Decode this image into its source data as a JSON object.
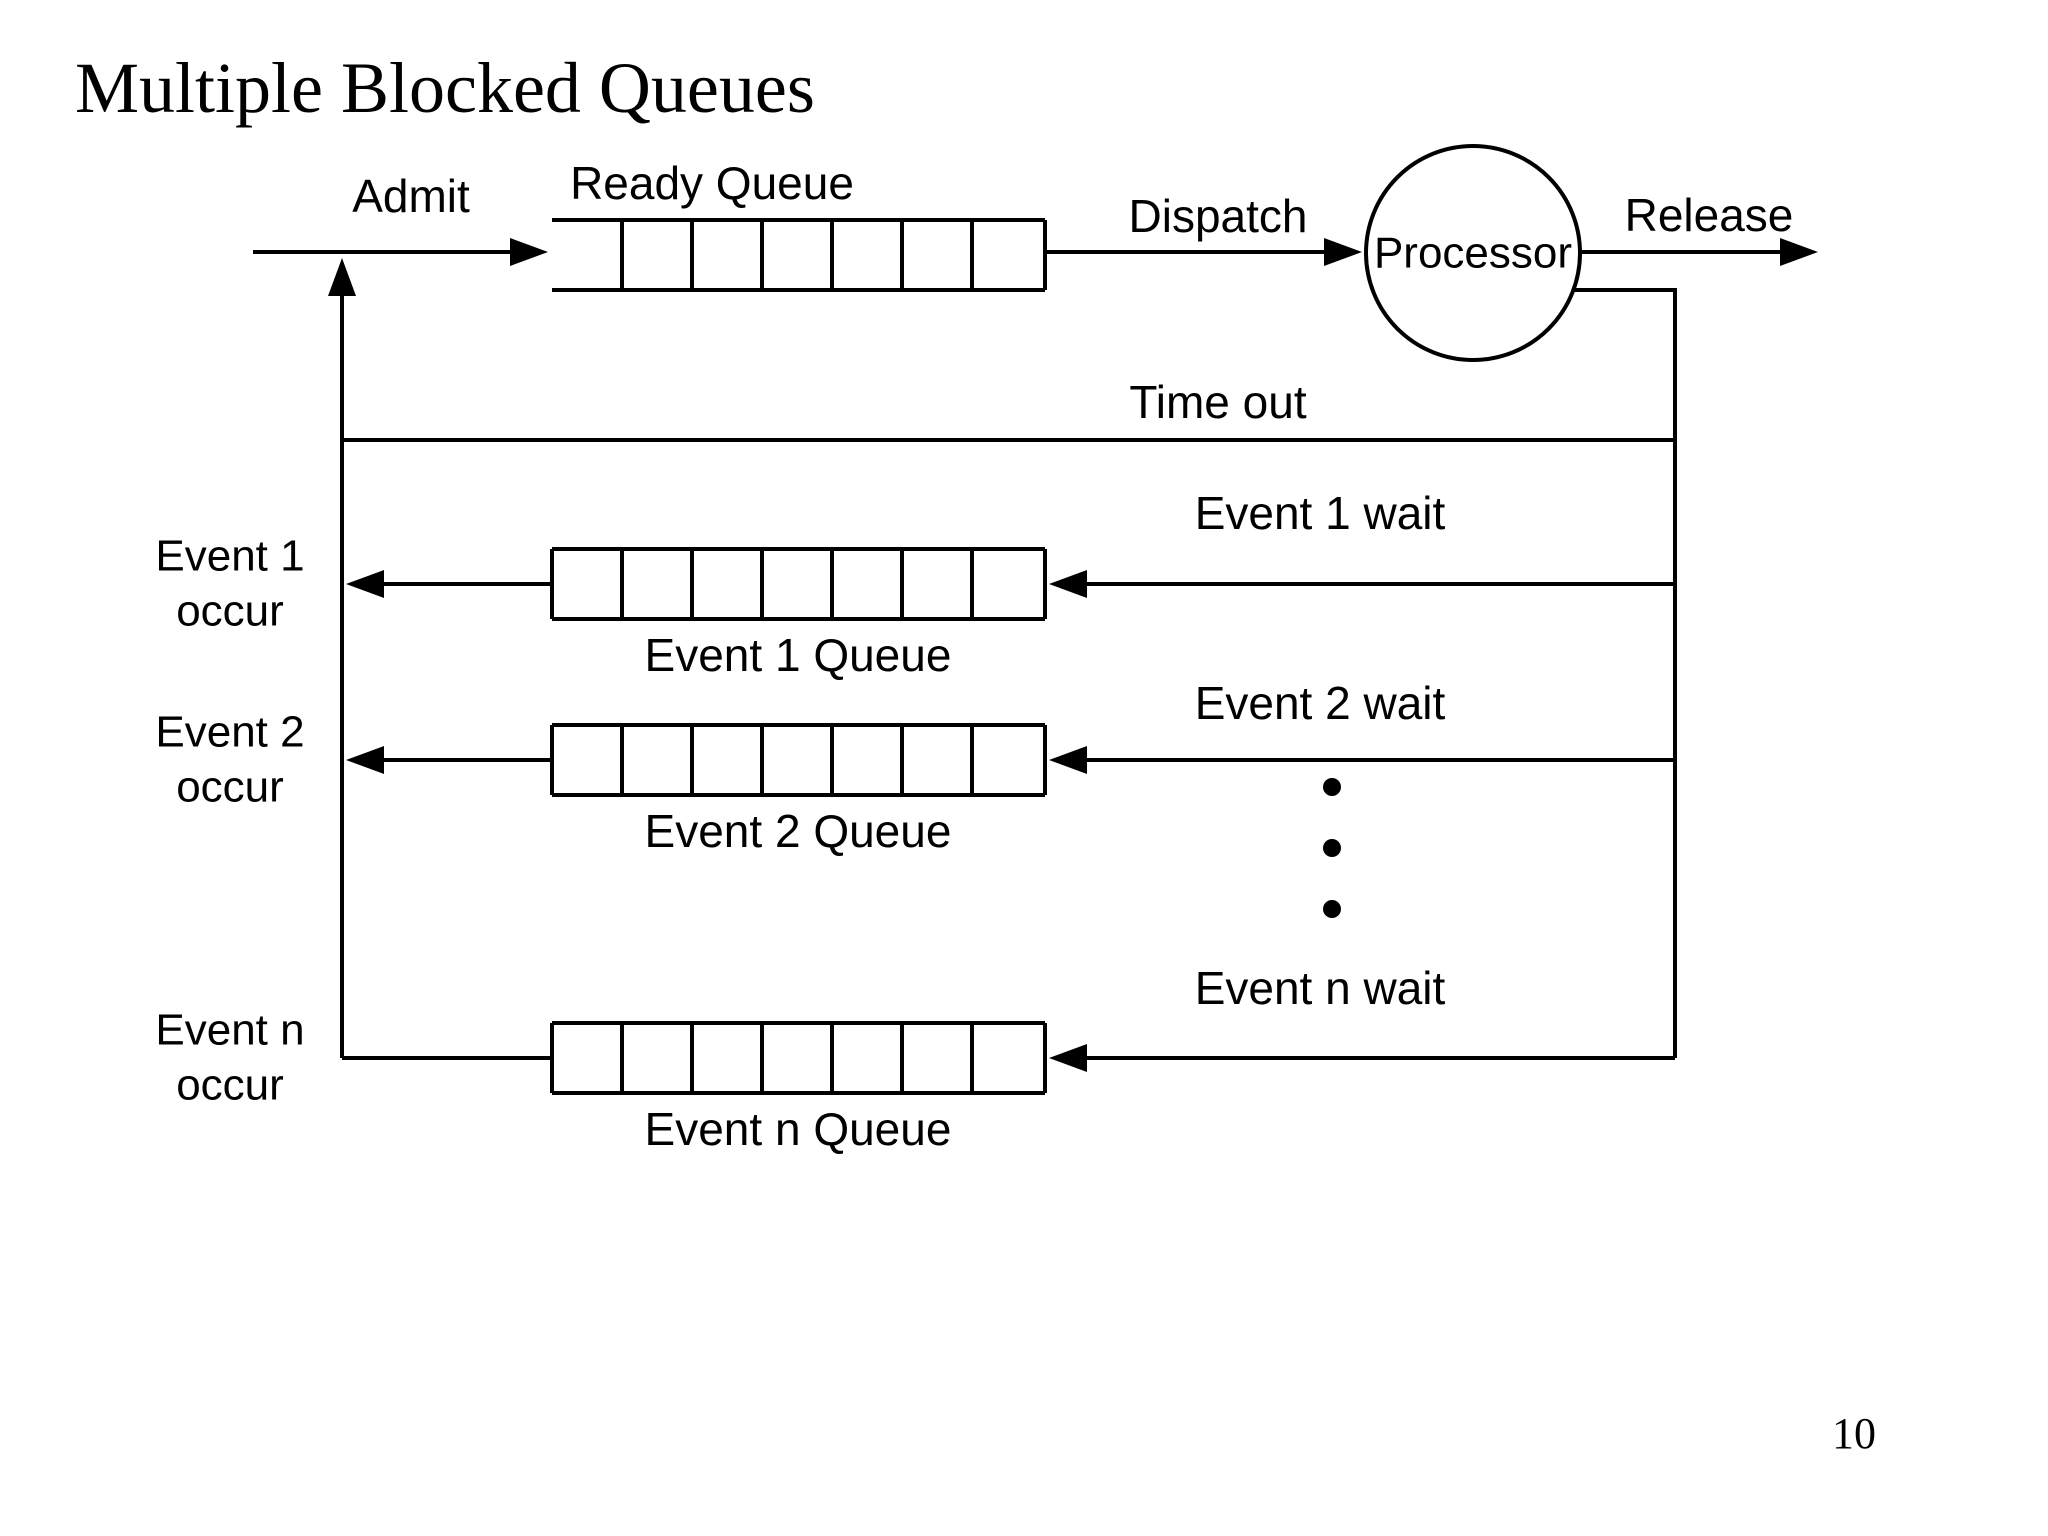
{
  "page": {
    "title": "Multiple Blocked Queues",
    "page_number": "10",
    "ink_color": "#000000",
    "background_color": "#ffffff"
  },
  "top_flow": {
    "admit_label": "Admit",
    "ready_queue_label": "Ready Queue",
    "dispatch_label": "Dispatch",
    "processor_label": "Processor",
    "release_label": "Release",
    "timeout_label": "Time out"
  },
  "event_rows": [
    {
      "occur_line1": "Event 1",
      "occur_line2": "occur",
      "queue_label": "Event 1 Queue",
      "wait_label": "Event 1 wait"
    },
    {
      "occur_line1": "Event 2",
      "occur_line2": "occur",
      "queue_label": "Event 2 Queue",
      "wait_label": "Event 2 wait"
    },
    {
      "occur_line1": "Event n",
      "occur_line2": "occur",
      "queue_label": "Event n Queue",
      "wait_label": "Event n wait"
    }
  ],
  "queues": {
    "cells_per_queue": 6,
    "ready_queue_open_left": true,
    "event_queues_closed_left": true
  },
  "ellipsis_dot_count": 3
}
